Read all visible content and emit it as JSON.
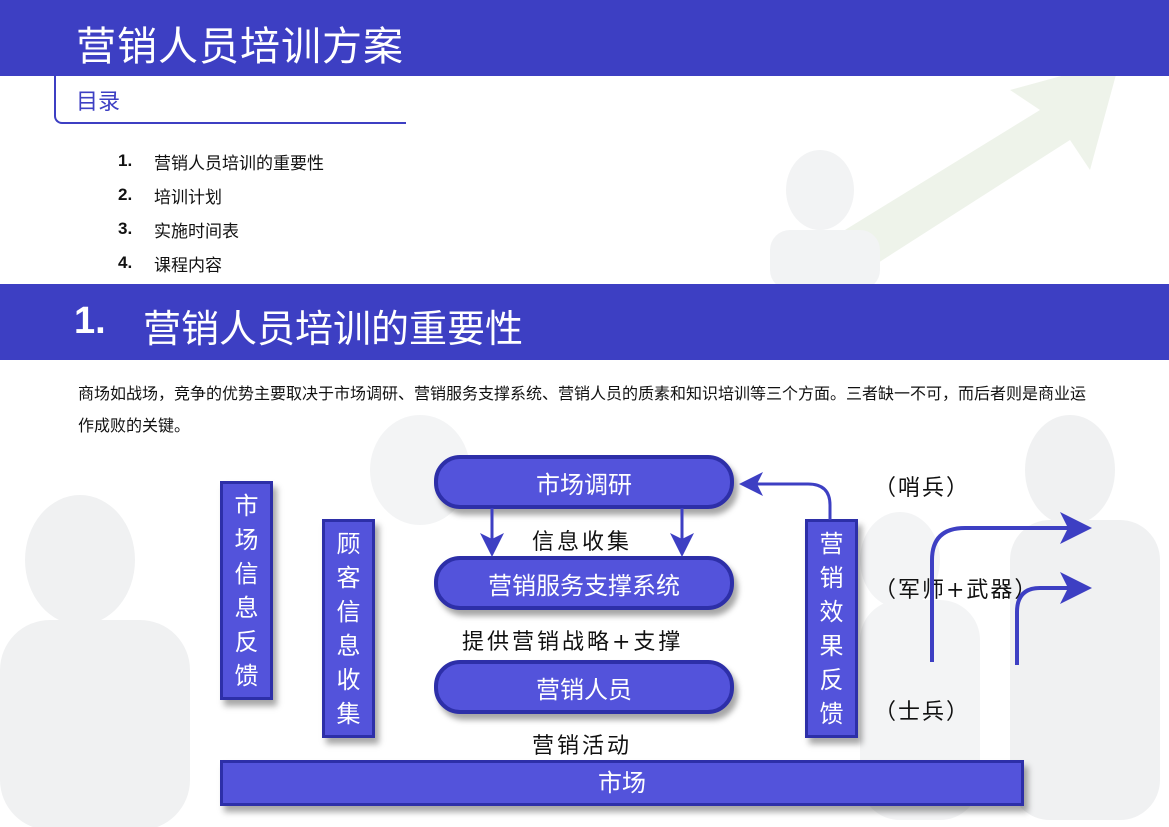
{
  "header": {
    "title": "营销人员培训方案"
  },
  "toc": {
    "heading": "目录",
    "items": [
      {
        "num": "1.",
        "label": "营销人员培训的重要性"
      },
      {
        "num": "2.",
        "label": "培训计划"
      },
      {
        "num": "3.",
        "label": "实施时间表"
      },
      {
        "num": "4.",
        "label": "课程内容"
      }
    ]
  },
  "section": {
    "num": "1.",
    "title": "营销人员培训的重要性",
    "paragraph": "商场如战场，竞争的优势主要取决于市场调研、营销服务支撑系统、营销人员的质素和知识培训等三个方面。三者缺一不可，而后者则是商业运作成败的关键。"
  },
  "diagram": {
    "market_research": "市场调研",
    "info_collect": "信息收集",
    "service_system": "营销服务支撑系统",
    "strategy_support": "提供营销战略+支撑",
    "sales_staff": "营销人员",
    "sales_activity": "营销活动",
    "market": "市场",
    "market_feedback": [
      "市",
      "场",
      "信",
      "息",
      "反",
      "馈"
    ],
    "customer_info": [
      "顾",
      "客",
      "信",
      "息",
      "收",
      "集"
    ],
    "effect_feedback": [
      "营",
      "销",
      "效",
      "果",
      "反",
      "馈"
    ],
    "sentry": "（哨兵）",
    "advisor": "（军师+武器）",
    "soldier": "（士兵）"
  },
  "colors": {
    "band": "#3d3fc3",
    "box_fill": "#5353db",
    "box_border": "#2d2fa8"
  }
}
